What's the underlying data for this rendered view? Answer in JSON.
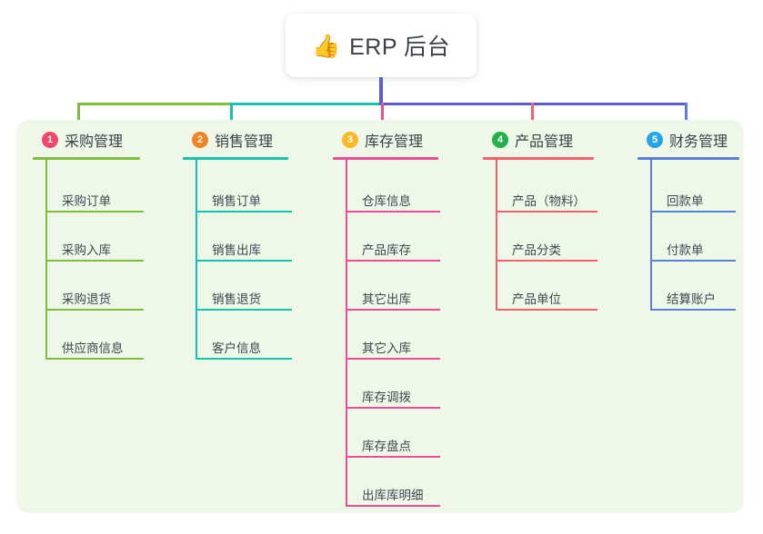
{
  "root": {
    "icon": "thumbs-up-icon",
    "emoji": "👍",
    "title": "ERP 后台"
  },
  "palette": {
    "panel_bg": "#eff7e9",
    "stem": "#5b5bd6",
    "green": "#7dbe3c",
    "teal": "#14c2b0",
    "pink": "#ea4c96",
    "red": "#f4606c",
    "blue": "#5b7fd6",
    "badge_1": "#f0486a",
    "badge_2": "#f58220",
    "badge_3": "#f9b927",
    "badge_4": "#22b14c",
    "badge_5": "#29a3e8",
    "text": "#3b3f46"
  },
  "columns": [
    {
      "number": "1",
      "title": "采购管理",
      "badge_color": "#f0486a",
      "line_color": "#7dbe3c",
      "items": [
        {
          "label": "采购订单"
        },
        {
          "label": "采购入库"
        },
        {
          "label": "采购退货"
        },
        {
          "label": "供应商信息"
        }
      ]
    },
    {
      "number": "2",
      "title": "销售管理",
      "badge_color": "#f58220",
      "line_color": "#14c2b0",
      "items": [
        {
          "label": "销售订单"
        },
        {
          "label": "销售出库"
        },
        {
          "label": "销售退货"
        },
        {
          "label": "客户信息"
        }
      ]
    },
    {
      "number": "3",
      "title": "库存管理",
      "badge_color": "#f9b927",
      "line_color": "#ea4c96",
      "items": [
        {
          "label": "仓库信息"
        },
        {
          "label": "产品库存"
        },
        {
          "label": "其它出库"
        },
        {
          "label": "其它入库"
        },
        {
          "label": "库存调拨"
        },
        {
          "label": "库存盘点"
        },
        {
          "label": "出库库明细"
        }
      ]
    },
    {
      "number": "4",
      "title": "产品管理",
      "badge_color": "#22b14c",
      "line_color": "#f4606c",
      "items": [
        {
          "label": "产品（物料）"
        },
        {
          "label": "产品分类"
        },
        {
          "label": "产品单位"
        }
      ]
    },
    {
      "number": "5",
      "title": "财务管理",
      "badge_color": "#29a3e8",
      "line_color": "#5b7fd6",
      "items": [
        {
          "label": "回款单"
        },
        {
          "label": "付款单"
        },
        {
          "label": "结算账户"
        }
      ]
    }
  ]
}
